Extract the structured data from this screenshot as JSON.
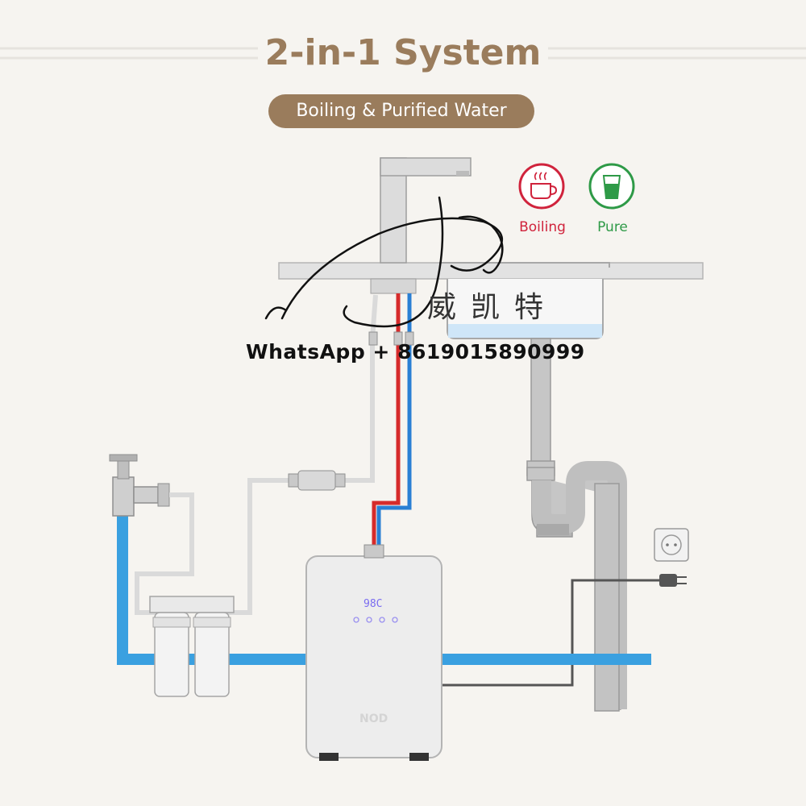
{
  "header": {
    "title": "2-in-1 System",
    "subtitle": "Boiling & Purified Water"
  },
  "legend": {
    "boiling_label": "Boiling",
    "pure_label": "Pure",
    "boiling_color": "#d0233c",
    "pure_color": "#2e9a47",
    "boiling_icon": "coffee-cup-icon",
    "pure_icon": "water-glass-icon"
  },
  "watermark": {
    "contact": "WhatsApp + 8619015890999",
    "cjk_text": "威凯特"
  },
  "unit": {
    "display_temp": "98C",
    "brand": "NOD"
  },
  "colors": {
    "accent": "#9a7c5c",
    "hot_line": "#d62b2b",
    "cold_line": "#2a7fd4",
    "supply_pipe": "#3aa0e0",
    "drain": "#bdbdbd"
  }
}
